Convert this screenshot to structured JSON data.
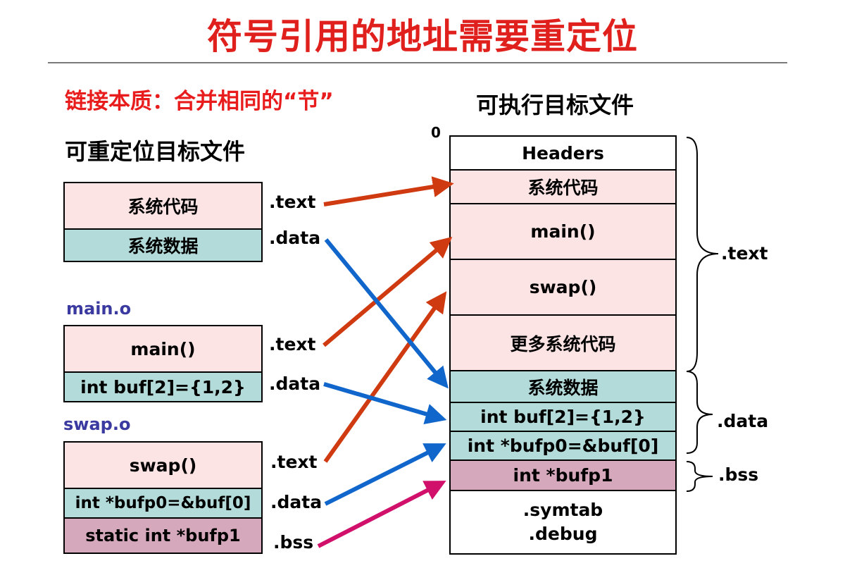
{
  "title": "符号引用的地址需要重定位",
  "subtitle": "链接本质：合并相同的“节”",
  "left_heading": "可重定位目标文件",
  "right_heading": "可执行目标文件",
  "system_obj": {
    "code": "系统代码",
    "data": "系统数据",
    "text_label": ".text",
    "data_label": ".data"
  },
  "main_obj": {
    "name": "main.o",
    "code": "main()",
    "data": "int  buf[2]={1,2}",
    "text_label": ".text",
    "data_label": ".data"
  },
  "swap_obj": {
    "name": "swap.o",
    "code": "swap()",
    "data": "int *bufp0=&buf[0]",
    "bss": "static int *bufp1",
    "text_label": ".text",
    "data_label": ".data",
    "bss_label": ".bss"
  },
  "executable": {
    "origin": "0",
    "headers": "Headers",
    "sys_code": "系统代码",
    "main": "main()",
    "swap": "swap()",
    "more_code": "更多系统代码",
    "sys_data": "系统数据",
    "buf": "int buf[2]={1,2}",
    "bufp0": "int  *bufp0=&buf[0]",
    "bufp1": "int *bufp1",
    "symtab": ".symtab",
    "debug": ".debug",
    "brace_text": ".text",
    "brace_data": ".data",
    "brace_bss": ".bss"
  },
  "colors": {
    "title": "#e0201c",
    "code_section": "#fde4e4",
    "data_section": "#b3dbd9",
    "bss_section": "#d6a8bc",
    "text_arrow": "#d03a10",
    "data_arrow": "#1166cc",
    "bss_arrow": "#d0106a",
    "object_name": "#3a3aa0"
  }
}
